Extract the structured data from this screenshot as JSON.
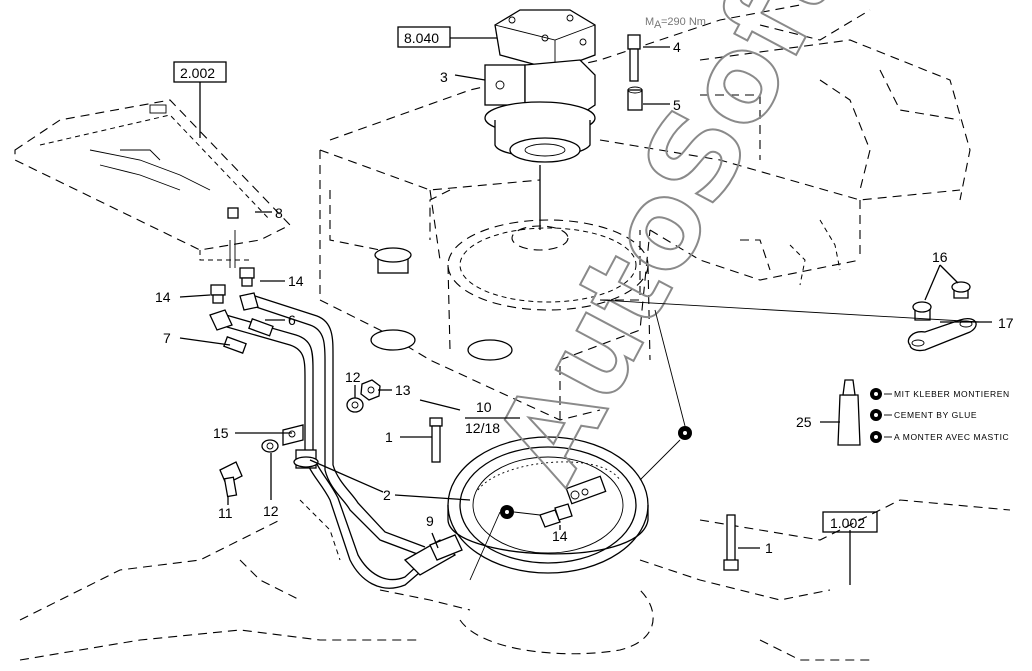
{
  "diagram": {
    "reference_boxes": [
      {
        "id": "ref-8040",
        "label": "8.040"
      },
      {
        "id": "ref-2002",
        "label": "2.002"
      },
      {
        "id": "ref-1002",
        "label": "1.002"
      }
    ],
    "torque_note": {
      "prefix": "M",
      "subscript": "A",
      "value": "=290  Nm"
    },
    "callouts": {
      "c1a": "1",
      "c1b": "1",
      "c2": "2",
      "c3": "3",
      "c4": "4",
      "c5": "5",
      "c6": "6",
      "c7": "7",
      "c8": "8",
      "c9": "9",
      "c10": "10",
      "c11": "11",
      "c12a": "12",
      "c12b": "12",
      "c13": "13",
      "c14a": "14",
      "c14b": "14",
      "c14c": "14",
      "c15": "15",
      "c16": "16",
      "c17": "17",
      "c25": "25",
      "c1218": "12/18"
    },
    "adhesive_notes": [
      "MIT KLEBER MONTIEREN",
      "CEMENT BY GLUE",
      "A MONTER AVEC MASTIC"
    ],
    "watermark": "AutoSoft",
    "colors": {
      "line": "#000000",
      "background": "#ffffff",
      "watermark": "#8a8a8a"
    }
  }
}
